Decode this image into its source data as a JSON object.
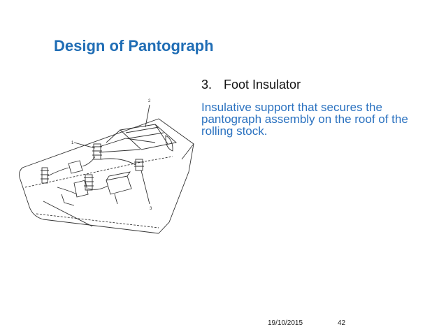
{
  "slide": {
    "title": "Design of Pantograph",
    "item_number": "3.",
    "item_label": "Foot Insulator",
    "description": "Insulative support that secures the pantograph assembly on the roof of the rolling stock.",
    "figure_callouts": [
      "1",
      "2",
      "3"
    ],
    "footer_date": "19/10/2015",
    "page_number": "42"
  },
  "colors": {
    "title": "#1f6db5",
    "description": "#2b72c0",
    "drawing": "#333333"
  }
}
